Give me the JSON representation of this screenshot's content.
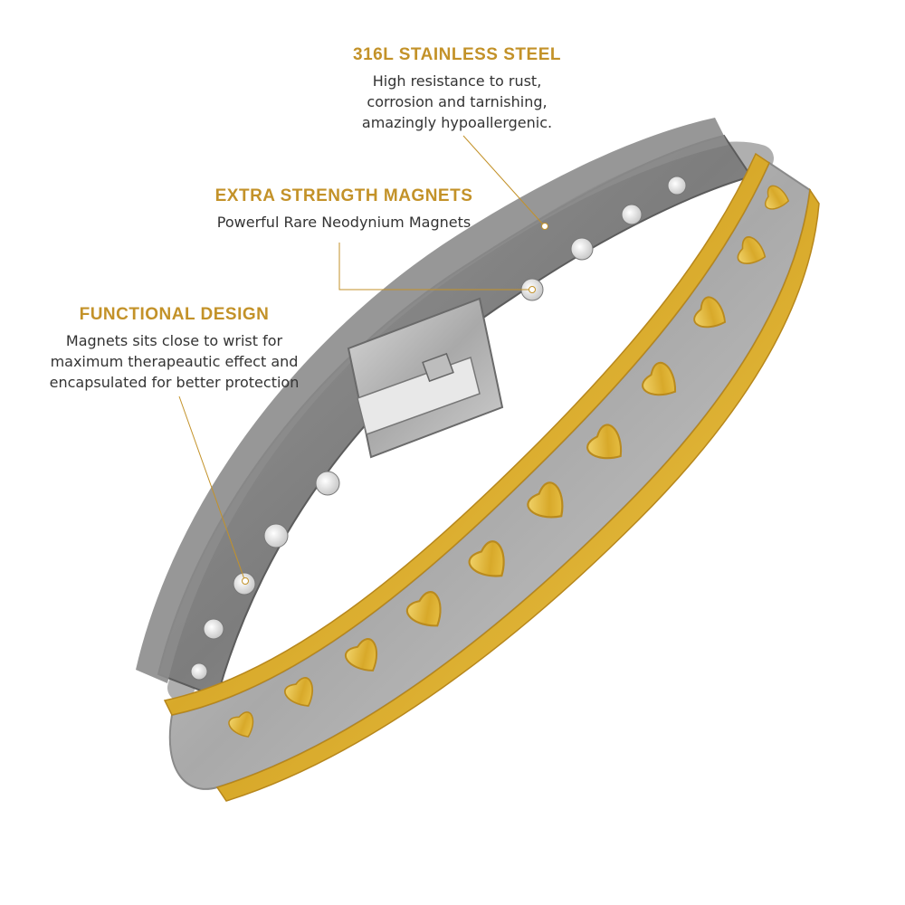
{
  "colors": {
    "accent": "#c39229",
    "text": "#333333",
    "gold": "#e6bd3a",
    "silver": "#b9b9b9",
    "gunmetal": "#858585"
  },
  "features": {
    "steel": {
      "title": "316L STAINLESS STEEL",
      "lines": [
        "High resistance to rust,",
        "corrosion and tarnishing,",
        "amazingly hypoallergenic."
      ]
    },
    "magnets": {
      "title": "EXTRA STRENGTH MAGNETS",
      "lines": [
        "Powerful Rare Neodynium Magnets"
      ]
    },
    "design": {
      "title": "FUNCTIONAL DESIGN",
      "lines": [
        "Magnets sits close to wrist for",
        "maximum therapeautic effect and",
        "encapsulated for better protection"
      ]
    }
  }
}
